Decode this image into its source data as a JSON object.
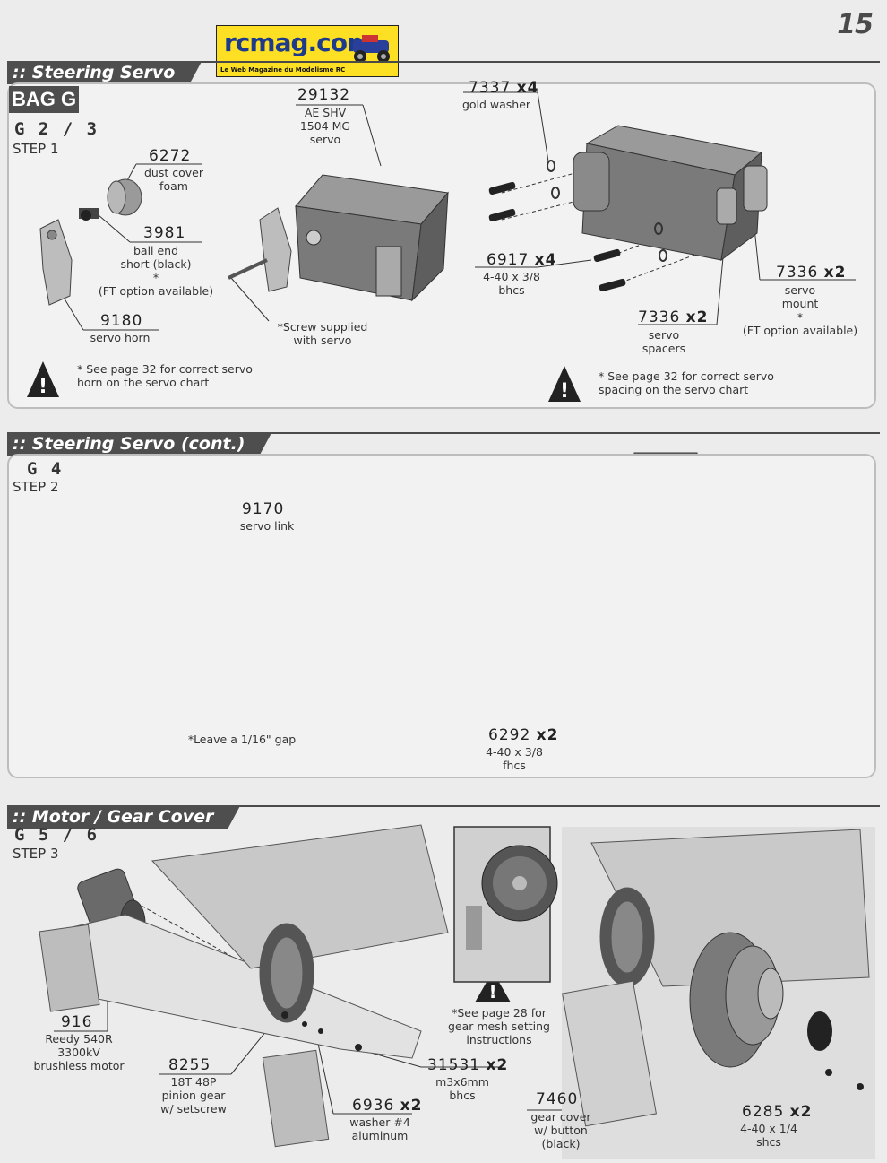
{
  "page_number": "15",
  "logo": {
    "brand": "rcmag.com",
    "tagline": "Le Web Magazine du Modelisme RC"
  },
  "sections": [
    {
      "title": ":: Steering Servo",
      "bag": "BAG G",
      "step_code": "G 2 / 3",
      "step": "STEP 1",
      "parts": {
        "p29132": {
          "num": "29132",
          "label": "AE SHV\n1504 MG\nservo"
        },
        "p6272": {
          "num": "6272",
          "label": "dust cover\nfoam"
        },
        "p3981": {
          "num": "3981",
          "label": "ball end\nshort (black)\n*\n(FT option available)"
        },
        "p9180": {
          "num": "9180",
          "label": "servo horn"
        },
        "screw_note": "*Screw supplied\nwith servo",
        "p7337": {
          "num": "7337",
          "qty": "x4",
          "label": "gold washer"
        },
        "p6917": {
          "num": "6917",
          "qty": "x4",
          "label": "4-40 x 3/8\nbhcs"
        },
        "p7336a": {
          "num": "7336",
          "qty": "x2",
          "label": "servo\nspacers"
        },
        "p7336b": {
          "num": "7336",
          "qty": "x2",
          "label": "servo\nmount\n*\n(FT option available)"
        }
      },
      "warnings": [
        "* See page 32 for correct servo\nhorn on the servo chart",
        "* See page 32 for correct servo\nspacing on the servo chart"
      ]
    },
    {
      "title": ":: Steering Servo (cont.)",
      "step_code": "G 4",
      "step": "STEP 2",
      "parts": {
        "p9170": {
          "num": "9170",
          "label": "servo link"
        },
        "gap_note": "*Leave a 1/16\" gap",
        "p6292": {
          "num": "6292",
          "qty": "x2",
          "label": "4-40 x 3/8\nfhcs"
        }
      }
    },
    {
      "title": ":: Motor / Gear Cover",
      "step_code": "G 5 / 6",
      "step": "STEP 3",
      "parts": {
        "p916": {
          "num": "916",
          "label": "Reedy 540R\n3300kV\nbrushless motor"
        },
        "p8255": {
          "num": "8255",
          "label": "18T 48P\npinion gear\nw/ setscrew"
        },
        "p6936": {
          "num": "6936",
          "qty": "x2",
          "label": "washer #4\naluminum"
        },
        "p31531": {
          "num": "31531",
          "qty": "x2",
          "label": "m3x6mm\nbhcs"
        },
        "p7460": {
          "num": "7460",
          "label": "gear cover\nw/ button\n(black)"
        },
        "p6285": {
          "num": "6285",
          "qty": "x2",
          "label": "4-40 x 1/4\nshcs"
        },
        "mesh_note": "*See page 28 for\ngear mesh setting\ninstructions"
      }
    }
  ]
}
